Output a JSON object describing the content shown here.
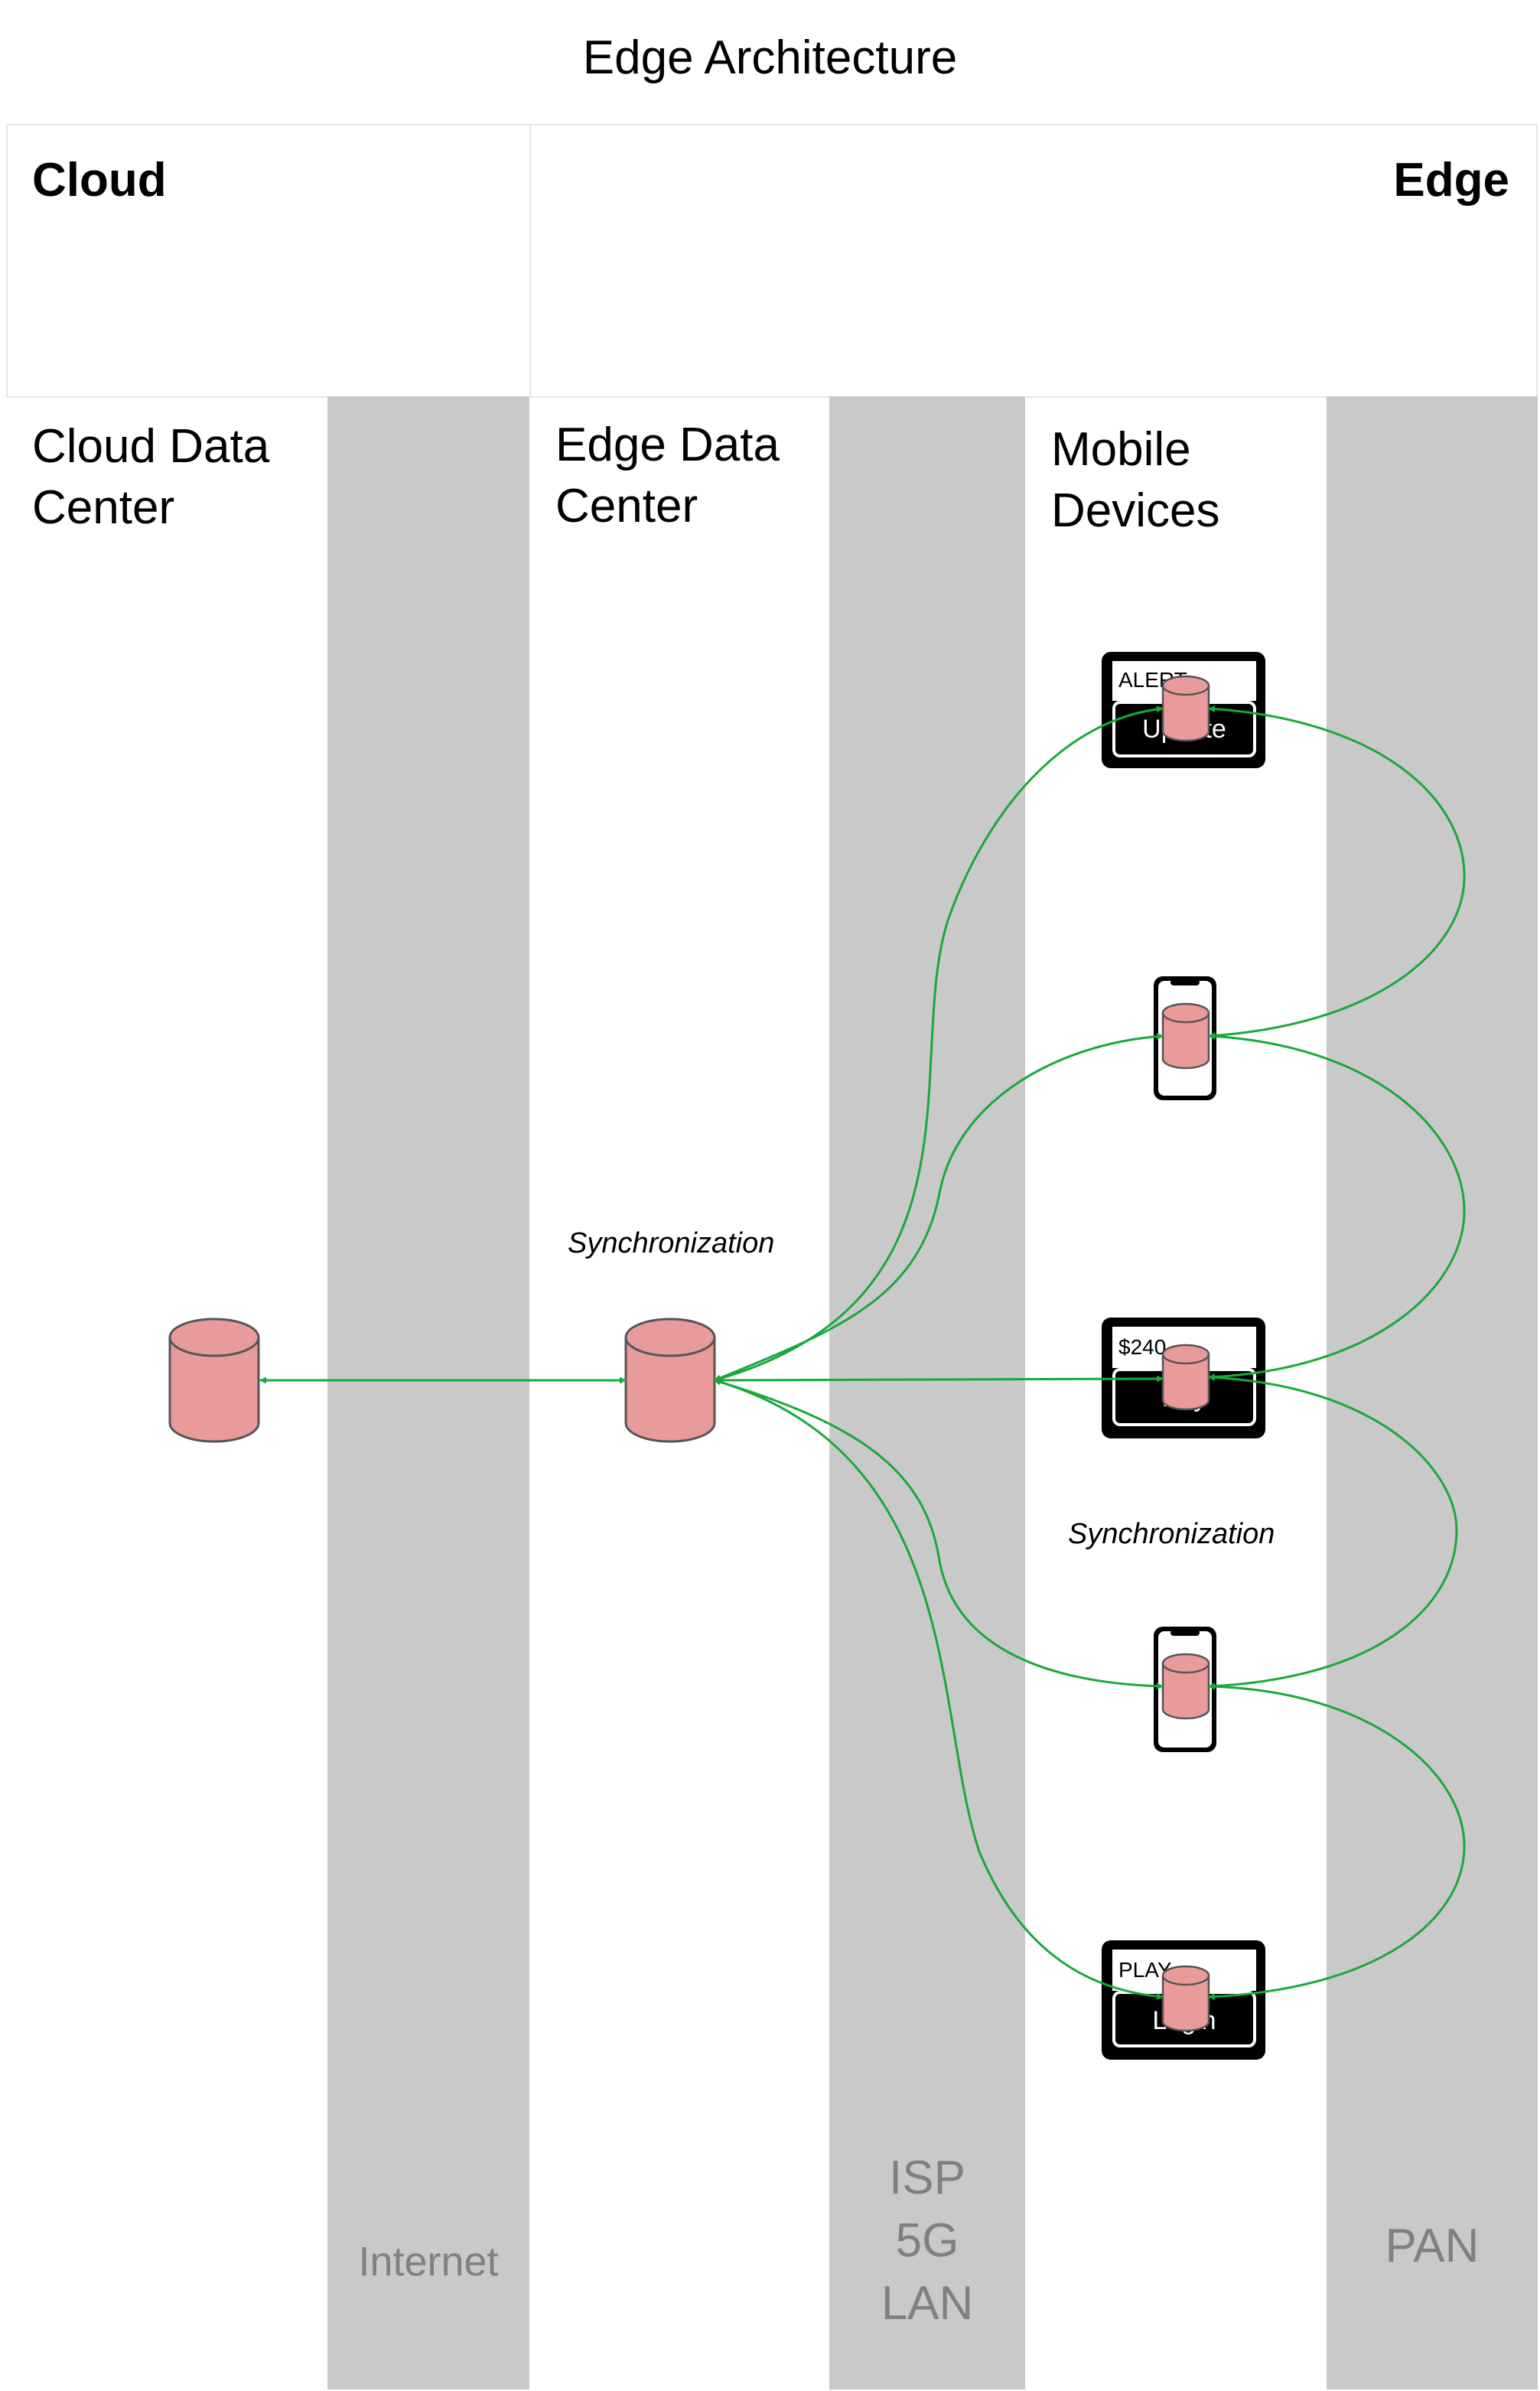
{
  "title": "Edge Architecture",
  "sections": {
    "cloud": "Cloud",
    "edge": "Edge"
  },
  "columns": {
    "cloud_dc": [
      "Cloud Data",
      "Center"
    ],
    "edge_dc": [
      "Edge Data",
      "Center"
    ],
    "mobile": [
      "Mobile",
      "Devices"
    ]
  },
  "networks": {
    "internet": "Internet",
    "isp": [
      "ISP",
      "5G",
      "LAN"
    ],
    "pan": "PAN"
  },
  "sync_labels": [
    "Synchronization",
    "Synchronization"
  ],
  "devices": {
    "tablet_alert": {
      "top": "ALERT",
      "button": "Update"
    },
    "tablet_pay": {
      "top": "$240",
      "button": "Pay"
    },
    "tablet_play": {
      "top": "PLAY",
      "button": "Login"
    }
  },
  "colors": {
    "db_fill": "#e99a9a",
    "db_stroke": "#555555",
    "link": "#1aa83b",
    "band": "#c9c9c9",
    "net_text": "#808080"
  }
}
